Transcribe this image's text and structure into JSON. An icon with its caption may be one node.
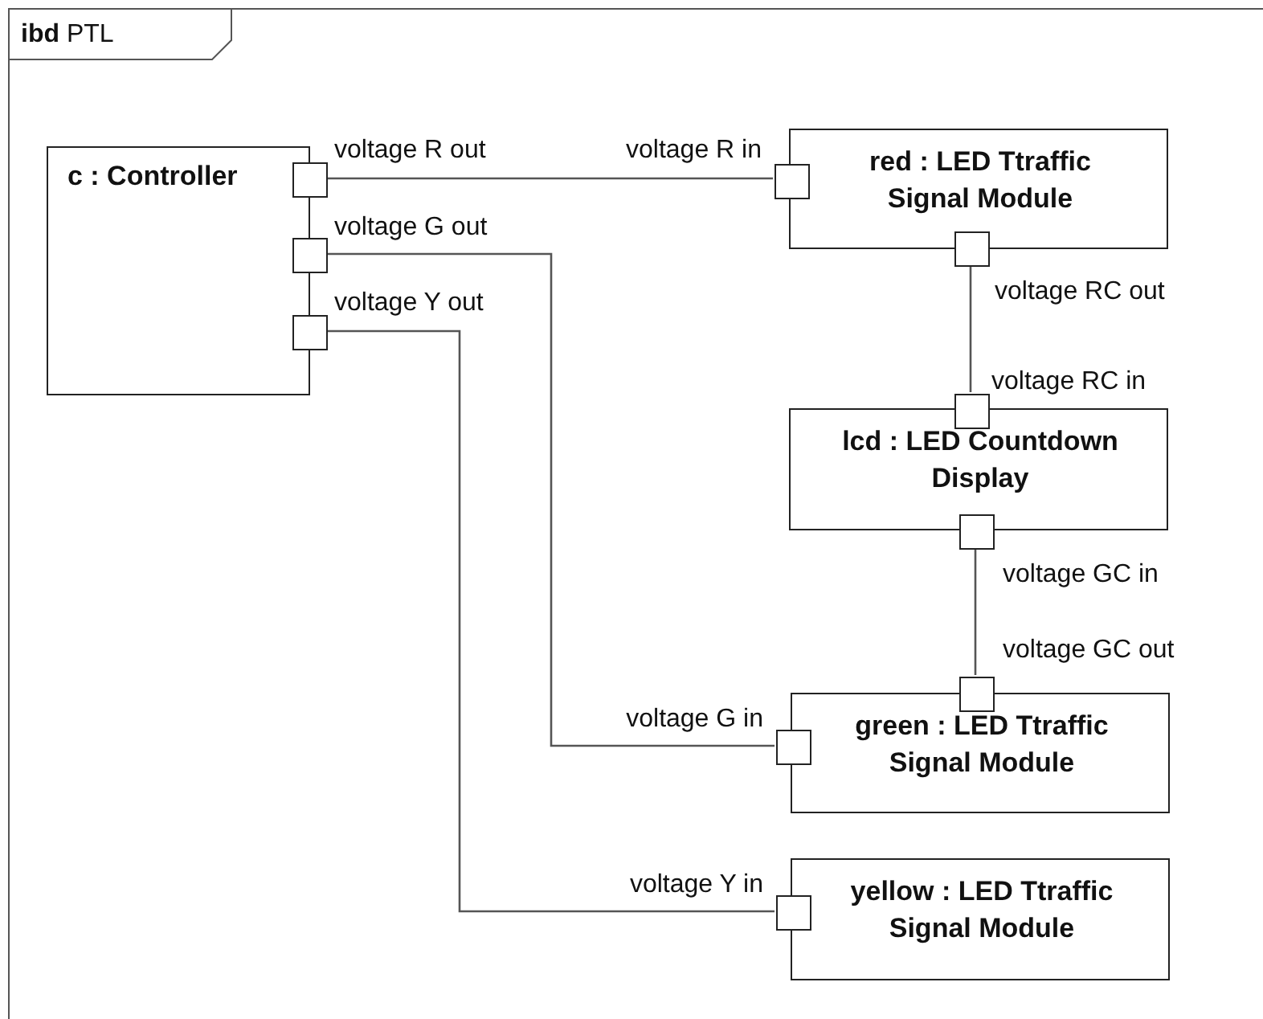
{
  "diagram": {
    "nodes": [
      {
        "text": [
          "**ibd** PTL"
        ]
      },
      {
        "text": [
          "c : Controller"
        ],
        "in": 0
      },
      {
        "text": [],
        "shape": "box",
        "in": 1,
        "beside": [
          "voltage R out"
        ]
      },
      {
        "text": [],
        "shape": "box",
        "in": 1,
        "beside": [
          "voltage G out"
        ]
      },
      {
        "text": [],
        "shape": "box",
        "in": 1,
        "beside": [
          "voltage Y out"
        ]
      },
      {
        "text": [
          "red : LED Ttraffic Signal Module"
        ],
        "in": 0
      },
      {
        "text": [],
        "shape": "box",
        "in": 5,
        "beside": [
          "voltage R in"
        ]
      },
      {
        "text": [],
        "shape": "box",
        "in": 5,
        "beside": [
          "voltage RC out"
        ]
      },
      {
        "text": [
          "lcd : LED Countdown Display"
        ],
        "in": 0
      },
      {
        "text": [],
        "shape": "box",
        "in": 8,
        "beside": [
          "voltage RC in"
        ]
      },
      {
        "text": [],
        "shape": "box",
        "in": 8,
        "beside": [
          "voltage GC in"
        ]
      },
      {
        "text": [
          "green : LED Ttraffic Signal Module"
        ],
        "in": 0
      },
      {
        "text": [],
        "shape": "box",
        "in": 11,
        "beside": [
          "voltage GC out"
        ]
      },
      {
        "text": [],
        "shape": "box",
        "in": 11,
        "beside": [
          "voltage G in"
        ]
      },
      {
        "text": [
          "yellow : LED Ttraffic Signal Module"
        ],
        "in": 0
      },
      {
        "text": [],
        "shape": "box",
        "in": 14,
        "beside": [
          "voltage Y in"
        ]
      }
    ],
    "edges": [
      {
        "from": 2,
        "to": 6,
        "arrow": "none"
      },
      {
        "from": 3,
        "to": 13,
        "arrow": "none"
      },
      {
        "from": 4,
        "to": 15,
        "arrow": "none"
      },
      {
        "from": 7,
        "to": 9,
        "arrow": "none"
      },
      {
        "from": 10,
        "to": 12,
        "arrow": "none"
      }
    ]
  }
}
